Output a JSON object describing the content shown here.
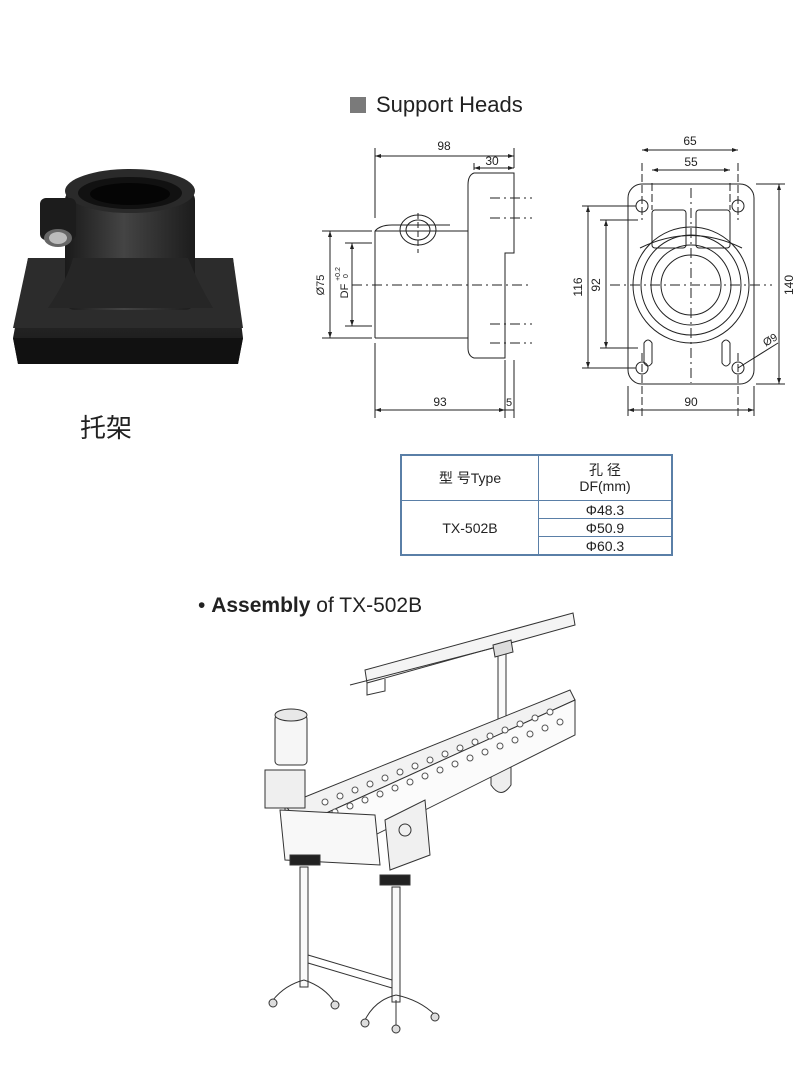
{
  "heading": {
    "label": "Support Heads"
  },
  "caption": "托架",
  "side_view": {
    "dims": {
      "top_overall": "98",
      "top_flange": "30",
      "left_outer": "Ø75",
      "left_bore": "DF",
      "tol_upper": "+0.2",
      "tol_lower": "0",
      "bottom_body": "93",
      "bottom_flange": "5"
    }
  },
  "front_view": {
    "dims": {
      "top_outer": "65",
      "top_inner": "55",
      "left_outer": "116",
      "left_inner": "92",
      "right_height": "140",
      "bottom_width": "90",
      "hole": "Ø9"
    }
  },
  "table": {
    "header_type": "型 号Type",
    "header_bore_cn": "孔 径",
    "header_bore_en": "DF(mm)",
    "model": "TX-502B",
    "values": [
      "Φ48.3",
      "Φ50.9",
      "Φ60.3"
    ]
  },
  "assembly": {
    "bullet": "•",
    "title_bold": "Assembly",
    "title_of": "of",
    "title_model": "TX-502B"
  }
}
